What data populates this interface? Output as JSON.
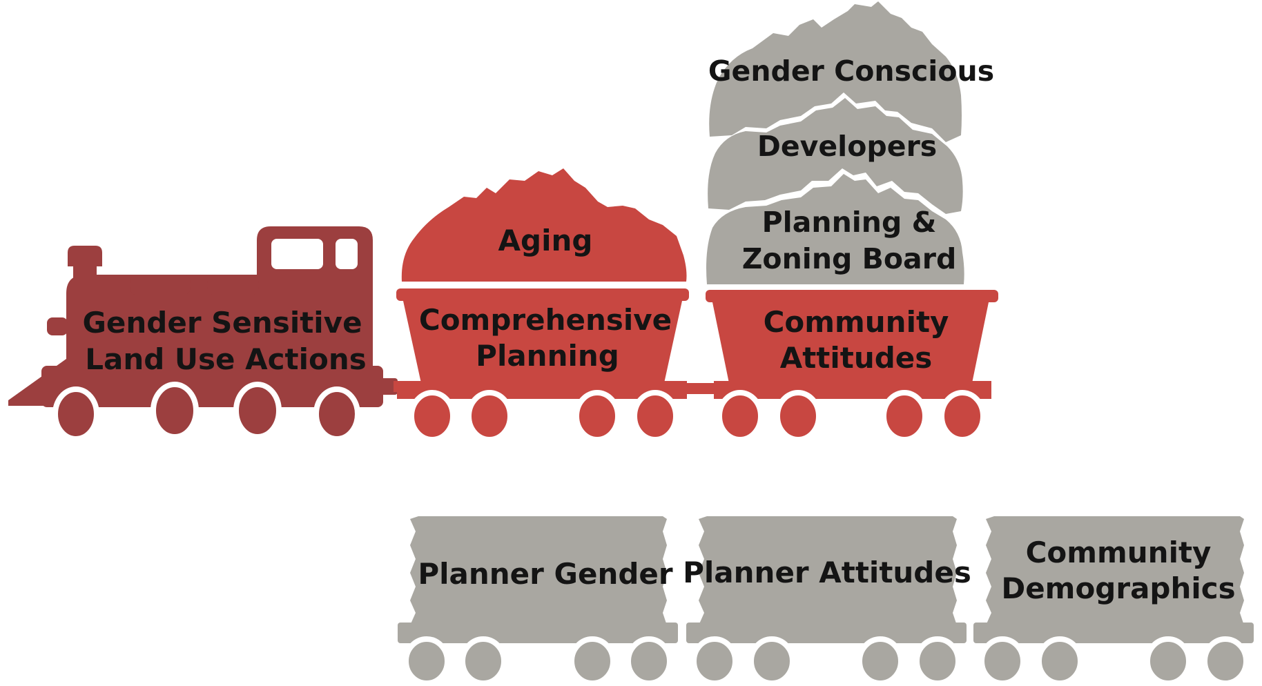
{
  "colors": {
    "locomotive": "#9c3f3f",
    "active_car": "#c84741",
    "inactive": "#a9a7a1",
    "wheel_ring": "#ffffff",
    "text": "#141414"
  },
  "train": {
    "engine": {
      "line1": "Gender Sensitive",
      "line2": "Land Use Actions"
    },
    "car1": {
      "load": "Aging",
      "line1": "Comprehensive",
      "line2": "Planning"
    },
    "car2": {
      "loads": {
        "top": "Gender Conscious",
        "middle": "Developers",
        "bottom_line1": "Planning &",
        "bottom_line2": "Zoning Board"
      },
      "line1": "Community",
      "line2": "Attitudes"
    }
  },
  "side_cars": [
    {
      "line1": "Planner Gender",
      "line2": ""
    },
    {
      "line1": "Planner Attitudes",
      "line2": ""
    },
    {
      "line1": "Community",
      "line2": "Demographics"
    }
  ]
}
